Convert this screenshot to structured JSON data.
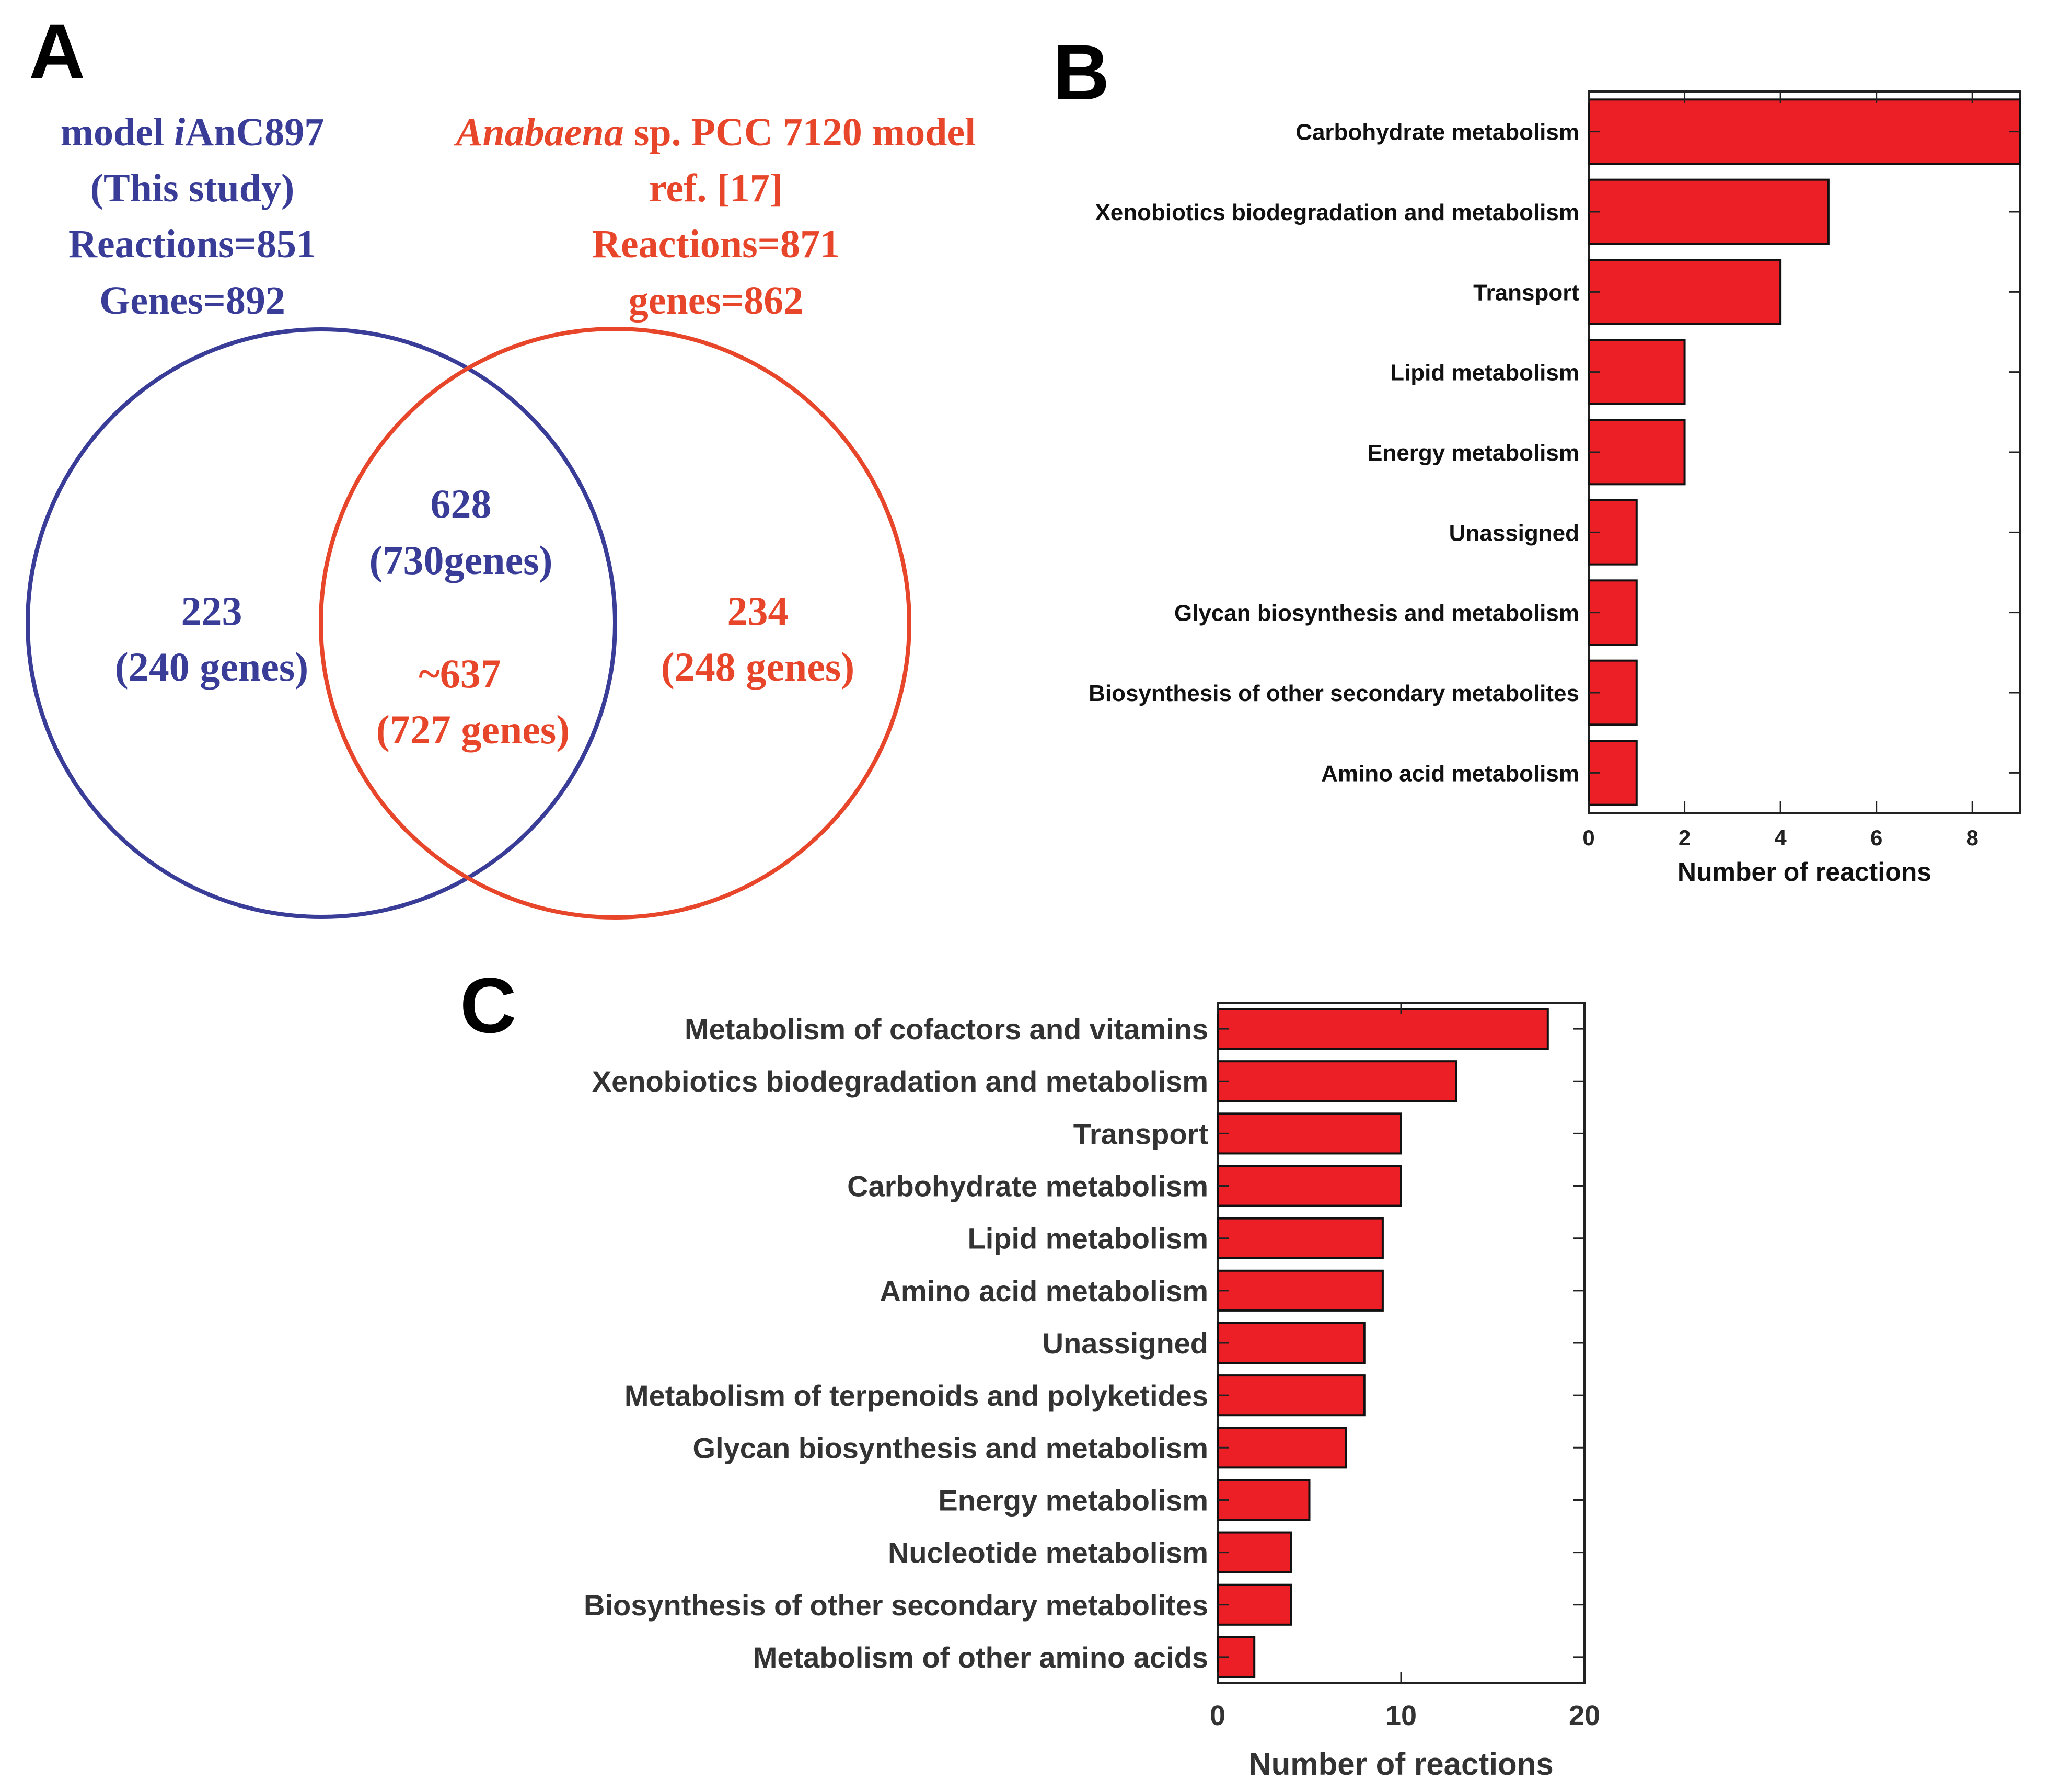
{
  "panels": {
    "A": {
      "letter": "A",
      "left_title": {
        "line1_prefix": "model ",
        "line1_italic": "i",
        "line1_suffix": "AnC897",
        "line2": "(This study)",
        "line3": "Reactions=851",
        "line4": "Genes=892",
        "color": "#3a3d98"
      },
      "right_title": {
        "line1_italic": "Anabaena",
        "line1_suffix": " sp. PCC 7120 model",
        "line2": "ref. [17]",
        "line3": "Reactions=871",
        "line4": "genes=862",
        "color": "#e8462a"
      },
      "regions": {
        "left_only_count": "223",
        "left_only_genes": "(240 genes)",
        "overlap_left_count": "628",
        "overlap_left_genes": "(730genes)",
        "overlap_right_count": "~637",
        "overlap_right_genes": "(727 genes)",
        "right_only_count": "234",
        "right_only_genes": "(248 genes)"
      }
    },
    "B": {
      "letter": "B"
    },
    "C": {
      "letter": "C"
    }
  },
  "chart_data": [
    {
      "id": "B",
      "type": "bar",
      "orientation": "horizontal",
      "categories": [
        "Carbohydrate metabolism",
        "Xenobiotics biodegradation and metabolism",
        "Transport",
        "Lipid metabolism",
        "Energy metabolism",
        "Unassigned",
        "Glycan biosynthesis and metabolism",
        "Biosynthesis of other secondary metabolites",
        "Amino acid metabolism"
      ],
      "values": [
        9,
        5,
        4,
        2,
        2,
        1,
        1,
        1,
        1
      ],
      "xlabel": "Number of reactions",
      "xlim": [
        0,
        9
      ],
      "xticks": [
        "0",
        "2",
        "4",
        "6",
        "8"
      ],
      "bar_color": "#ec1f27"
    },
    {
      "id": "C",
      "type": "bar",
      "orientation": "horizontal",
      "categories": [
        "Metabolism of cofactors and vitamins",
        "Xenobiotics biodegradation and metabolism",
        "Transport",
        "Carbohydrate metabolism",
        "Lipid metabolism",
        "Amino acid metabolism",
        "Unassigned",
        "Metabolism of terpenoids and polyketides",
        "Glycan biosynthesis and metabolism",
        "Energy metabolism",
        "Nucleotide metabolism",
        "Biosynthesis of other secondary metabolites",
        "Metabolism of other amino acids"
      ],
      "values": [
        18,
        13,
        10,
        10,
        9,
        9,
        8,
        8,
        7,
        5,
        4,
        4,
        2
      ],
      "xlabel": "Number of reactions",
      "xlim": [
        0,
        20
      ],
      "xticks": [
        "0",
        "10",
        "20"
      ],
      "bar_color": "#ec1f27"
    }
  ]
}
